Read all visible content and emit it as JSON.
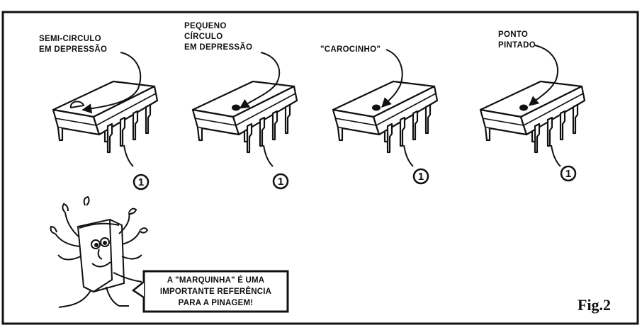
{
  "labels": {
    "chip1": [
      "SEMI-CIRCULO",
      "EM DEPRESSÃO"
    ],
    "chip2": [
      "PEQUENO",
      "CÍRCULO",
      "EM DEPRESSÃO"
    ],
    "chip3": [
      "\"CAROCINHO\""
    ],
    "chip4": [
      "PONTO",
      "PINTADO"
    ]
  },
  "pin_number": "1",
  "note_lines": [
    "A \"MARQUINHA\" É UMA",
    "IMPORTANTE REFERÊNCIA",
    "PARA A PINAGEM!"
  ],
  "figure_label": "Fig.2"
}
